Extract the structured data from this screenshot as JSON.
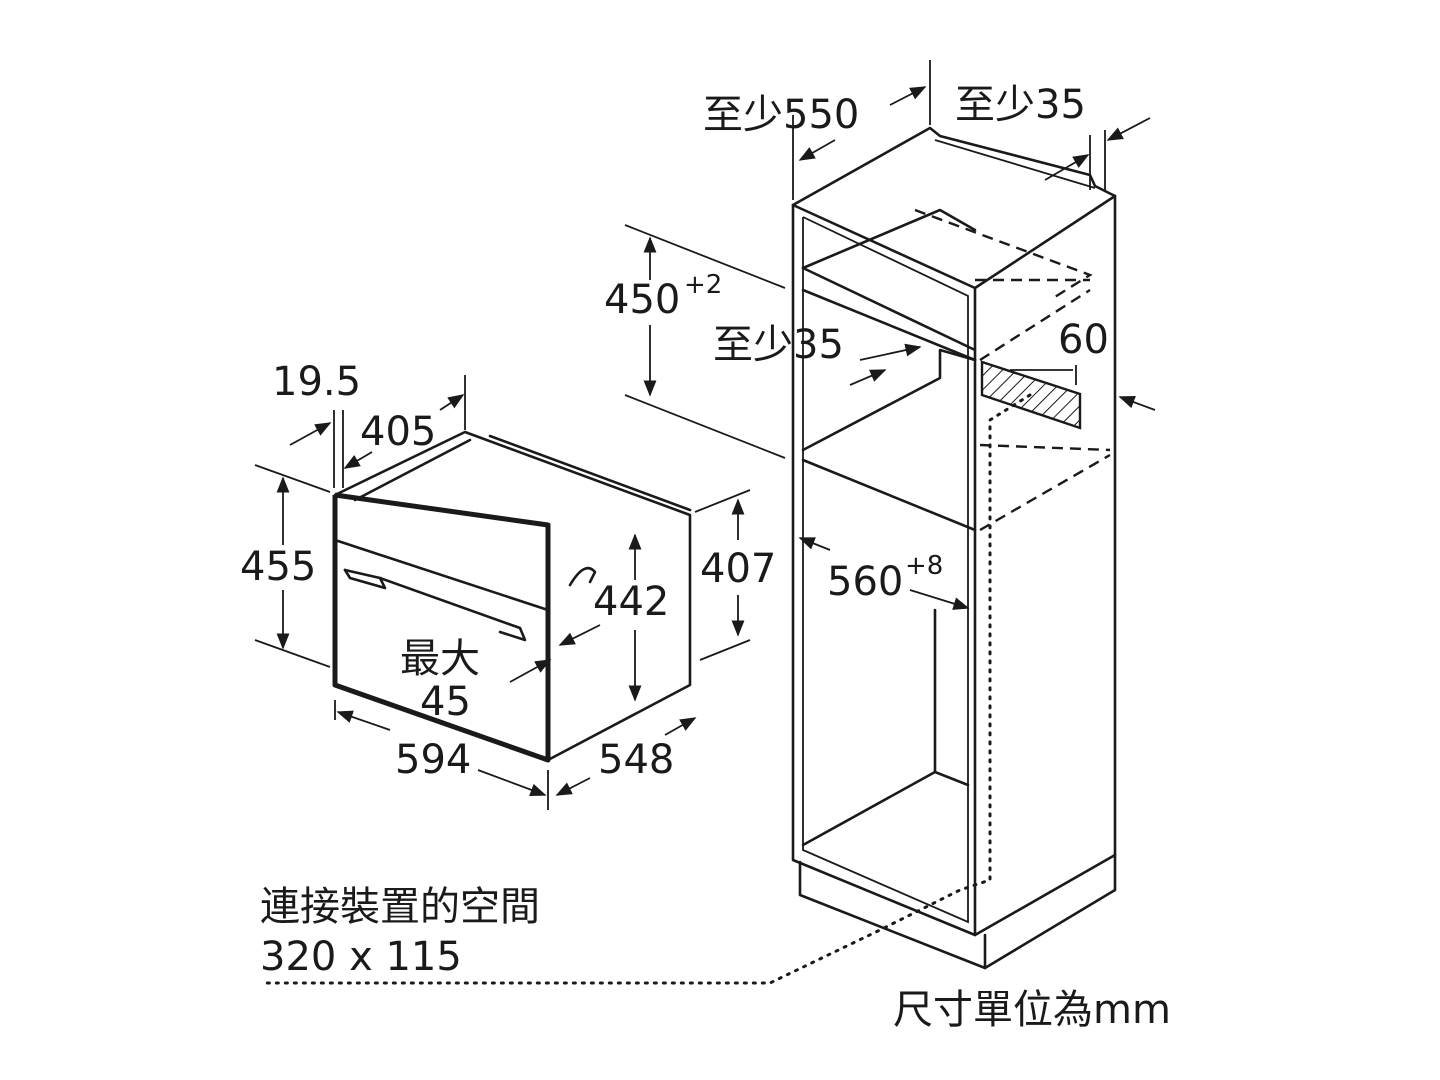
{
  "labels": {
    "cab_min_depth": "至少550",
    "cab_min_back": "至少35",
    "niche_height": "450",
    "niche_height_tol": "+2",
    "shelf_min": "至少35",
    "vent_height": "60",
    "niche_width": "560",
    "niche_width_tol": "+8",
    "panel_thickness": "19.5",
    "oven_depth_body": "405",
    "oven_height": "455",
    "oven_body_height": "442",
    "oven_side_height": "407",
    "handle_max_label": "最大",
    "handle_max_value": "45",
    "oven_width": "594",
    "oven_depth": "548",
    "connection_title": "連接裝置的空間",
    "connection_size": "320 x 115",
    "units_note": "尺寸單位為mm"
  }
}
